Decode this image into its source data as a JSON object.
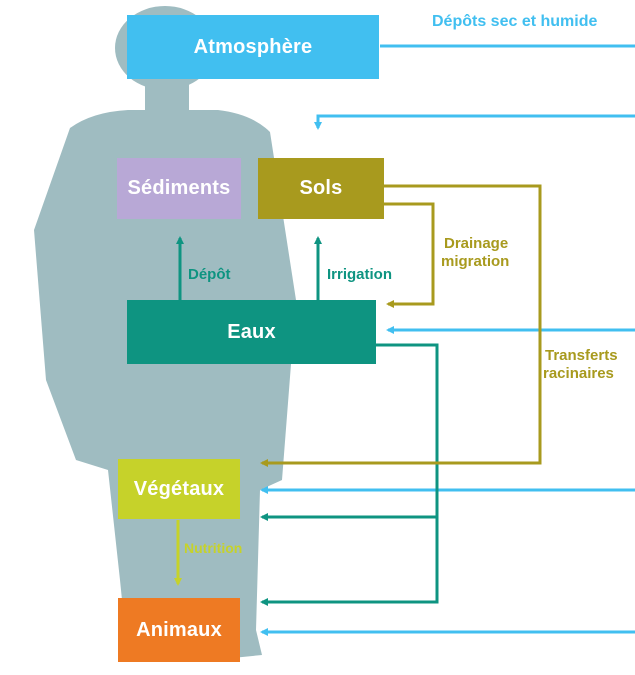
{
  "boxes": {
    "atmosphere": "Atmosphère",
    "sediments": "Sédiments",
    "sols": "Sols",
    "eaux": "Eaux",
    "vegetaux": "Végétaux",
    "animaux": "Animaux"
  },
  "labels": {
    "depots": "Dépôts sec et humide",
    "depot": "Dépôt",
    "irrigation": "Irrigation",
    "drainage_1": "Drainage",
    "drainage_2": "migration",
    "transferts_1": "Transferts",
    "transferts_2": "racinaires",
    "nutrition": "Nutrition"
  },
  "colors": {
    "atmosphere": "#41bff0",
    "sediments": "#b8a8d6",
    "sols": "#a89a1e",
    "eaux": "#0e9481",
    "vegetaux": "#c6d22a",
    "animaux": "#ee7a23",
    "silhouette": "#9fbcc1"
  }
}
